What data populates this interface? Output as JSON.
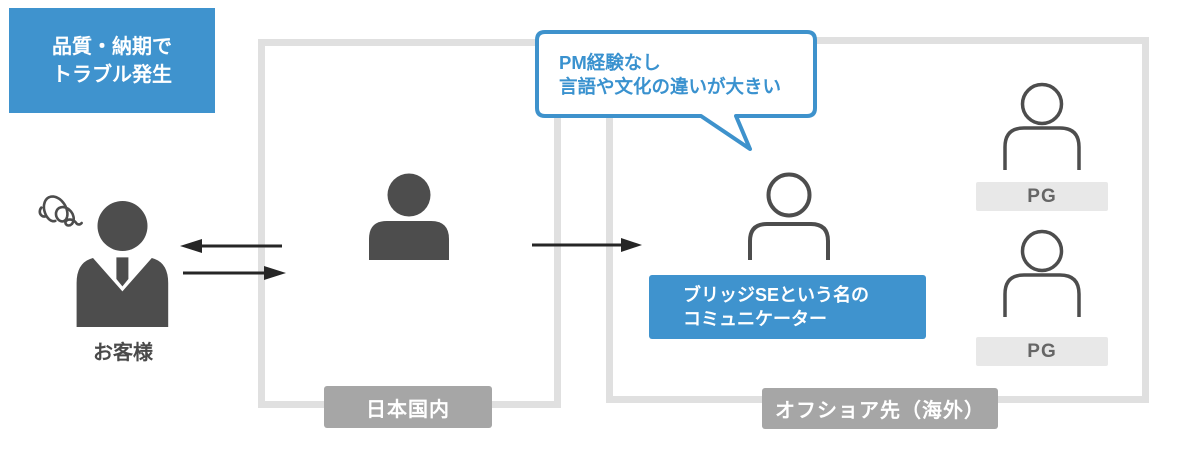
{
  "trouble_callout": {
    "line1": "品質・納期で",
    "line2": "トラブル発生"
  },
  "customer": {
    "label": "お客様"
  },
  "japan_box": {
    "label": "日本国内"
  },
  "offshore_box": {
    "label": "オフショア先（海外）"
  },
  "bridge_se_label": {
    "line1": "ブリッジSEという名の",
    "line2": "コミュニケーター"
  },
  "speech_bubble": {
    "line1": "PM経験なし",
    "line2": "言語や文化の違いが大きい"
  },
  "programmers": [
    {
      "label": "PG"
    },
    {
      "label": "PG"
    }
  ],
  "icons": [
    "confusion-squiggle-icon",
    "customer-person-icon",
    "se-person-icon",
    "bridge-se-person-icon",
    "programmer-person-icon",
    "arrow-left-icon",
    "arrow-right-icon",
    "arrow-to-offshore-icon",
    "speech-bubble-shape"
  ],
  "colors": {
    "accent_blue": "#3f93ce",
    "bubble_border_blue": "#3e92cc",
    "bubble_text_blue": "#3a92cf",
    "person_dark_gray": "#4d4d4d",
    "region_border_gray": "#e2e2e2",
    "region_label_gray": "#a6a6a6",
    "pg_label_bg": "#e8e8e8",
    "pg_label_text": "#666666",
    "arrow_black": "#262626",
    "background": "#ffffff"
  }
}
